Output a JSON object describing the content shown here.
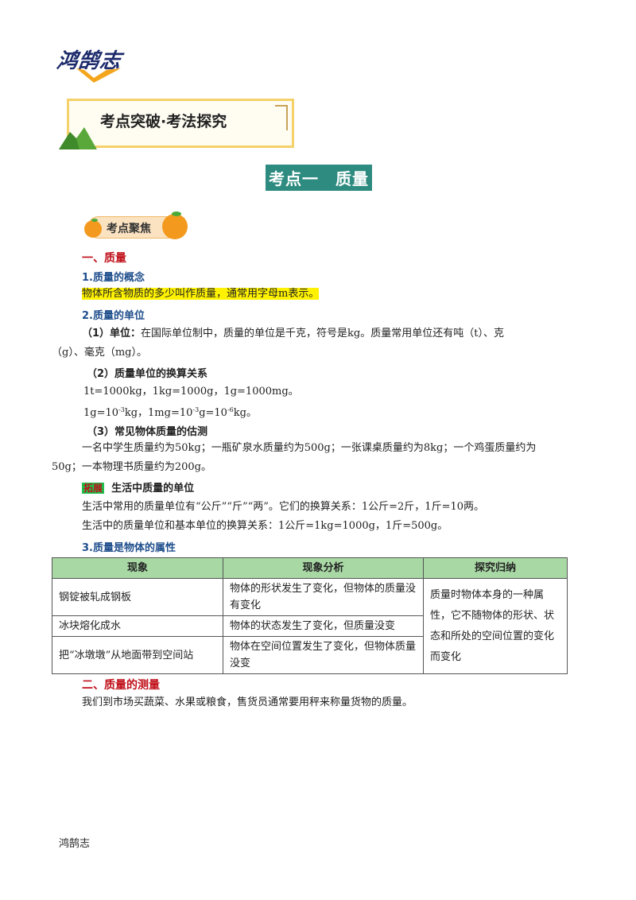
{
  "logo": {
    "text": "鸿鹄志",
    "icon": "check-mark-logo-icon"
  },
  "banner": {
    "title": "考点突破·考法探究"
  },
  "section_title": "考点一　质量",
  "pill": {
    "label": "考点聚焦"
  },
  "sec1": {
    "title": "一、质量"
  },
  "concept": {
    "heading": "1.质量的概念",
    "text": "物体所含物质的多少叫作质量，通常用字母m表示。"
  },
  "unit": {
    "heading": "2.质量的单位",
    "p1_label": "（1）单位：",
    "p1_line1": "在国际单位制中，质量的单位是千克，符号是kg。质量常用单位还有吨（t）、克",
    "p1_line2": "（g）、毫克（mg）。",
    "p2_label": "（2）质量单位的换算关系",
    "conv1": "1t=1000kg，1kg=1000g，1g=1000mg。",
    "conv2_a": "1g=10",
    "conv2_e1": "-3",
    "conv2_b": "kg，1mg=10",
    "conv2_e2": "-3",
    "conv2_c": "g=10",
    "conv2_e3": "-6",
    "conv2_d": "kg。",
    "p3_label": "（3）常见物体质量的估测",
    "est_line1": "一名中学生质量约为50kg；一瓶矿泉水质量约为500g；一张课桌质量约为8kg；一个鸡蛋质量约为",
    "est_line2": "50g；一本物理书质量约为200g。"
  },
  "extend": {
    "tag": "拓展",
    "title": "生活中质量的单位",
    "line1": "生活中常用的质量单位有“公斤”“斤”“两”。它们的换算关系：1公斤=2斤，1斤=10两。",
    "line2": "生活中的质量单位和基本单位的换算关系：1公斤=1kg=1000g，1斤=500g。"
  },
  "attr": {
    "heading": "3.质量是物体的属性"
  },
  "table": {
    "headers": [
      "现象",
      "现象分析",
      "探究归纳"
    ],
    "rows": [
      {
        "phenomenon": "钢锭被轧成钢板",
        "analysis": "物体的形状发生了变化，但物体的质量没有变化"
      },
      {
        "phenomenon": "冰块熔化成水",
        "analysis": "物体的状态发生了变化，但质量没变"
      },
      {
        "phenomenon": "把“冰墩墩”从地面带到空间站",
        "analysis": "物体在空间位置发生了变化，但物体质量没变"
      }
    ],
    "conclusion": "质量时物体本身的一种属性，它不随物体的形状、状态和所处的空间位置的变化而变化"
  },
  "sec2": {
    "title": "二、质量的测量",
    "text": "我们到市场买蔬菜、水果或粮食，售货员通常要用秤来称量货物的质量。"
  },
  "footer": {
    "text": "鸿鹄志"
  }
}
